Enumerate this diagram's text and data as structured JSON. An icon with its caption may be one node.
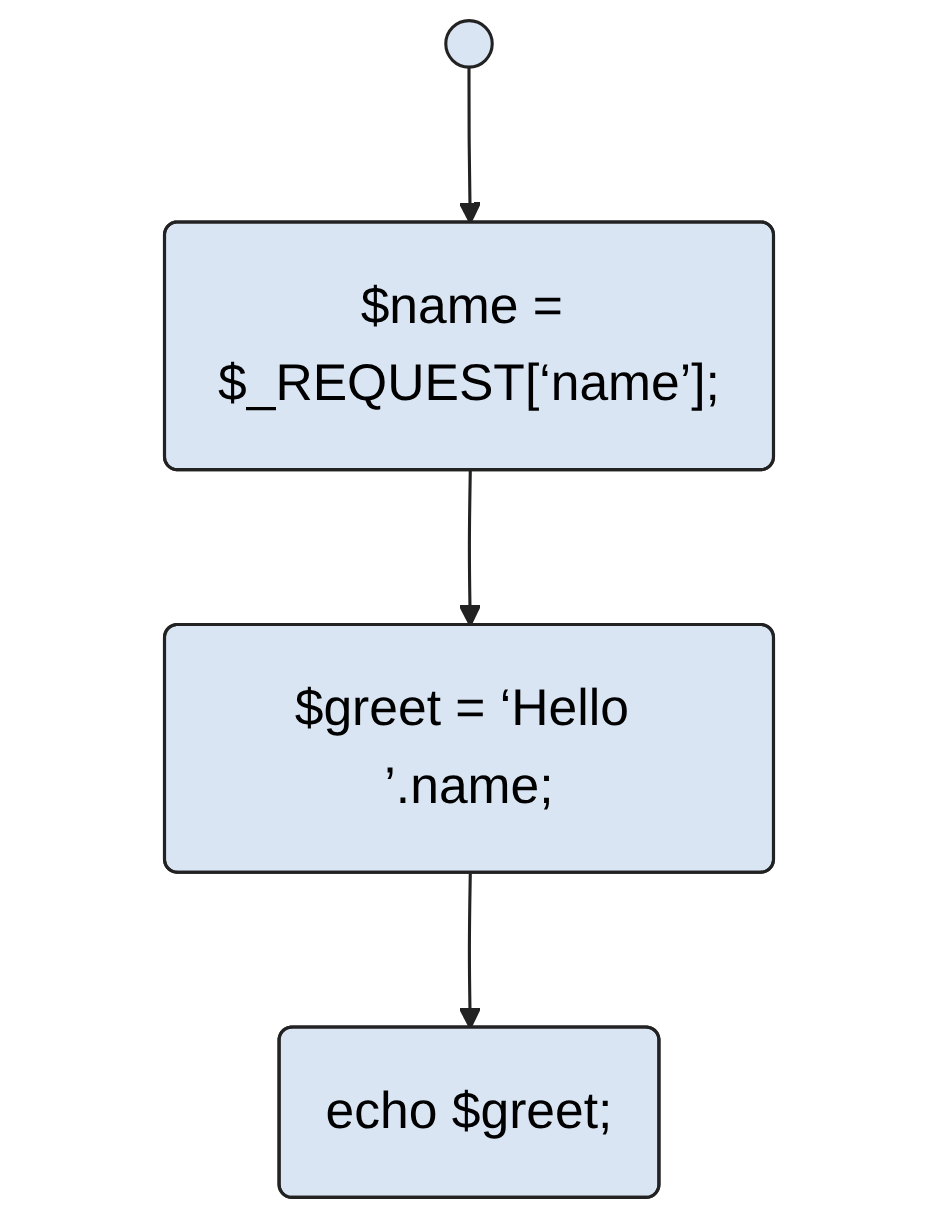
{
  "diagram": {
    "nodes": [
      {
        "text": [],
        "shape": "circle"
      },
      {
        "text": [
          "$name = $_REQUEST[‘name’];"
        ]
      },
      {
        "text": [
          "$greet = ‘Hello ’.name;"
        ]
      },
      {
        "text": [
          "echo $greet;"
        ]
      }
    ],
    "edges": [
      {
        "from": 0,
        "to": 1,
        "arrow": "to"
      },
      {
        "from": 1,
        "to": 2,
        "arrow": "to"
      },
      {
        "from": 2,
        "to": 3,
        "arrow": "to"
      }
    ]
  }
}
